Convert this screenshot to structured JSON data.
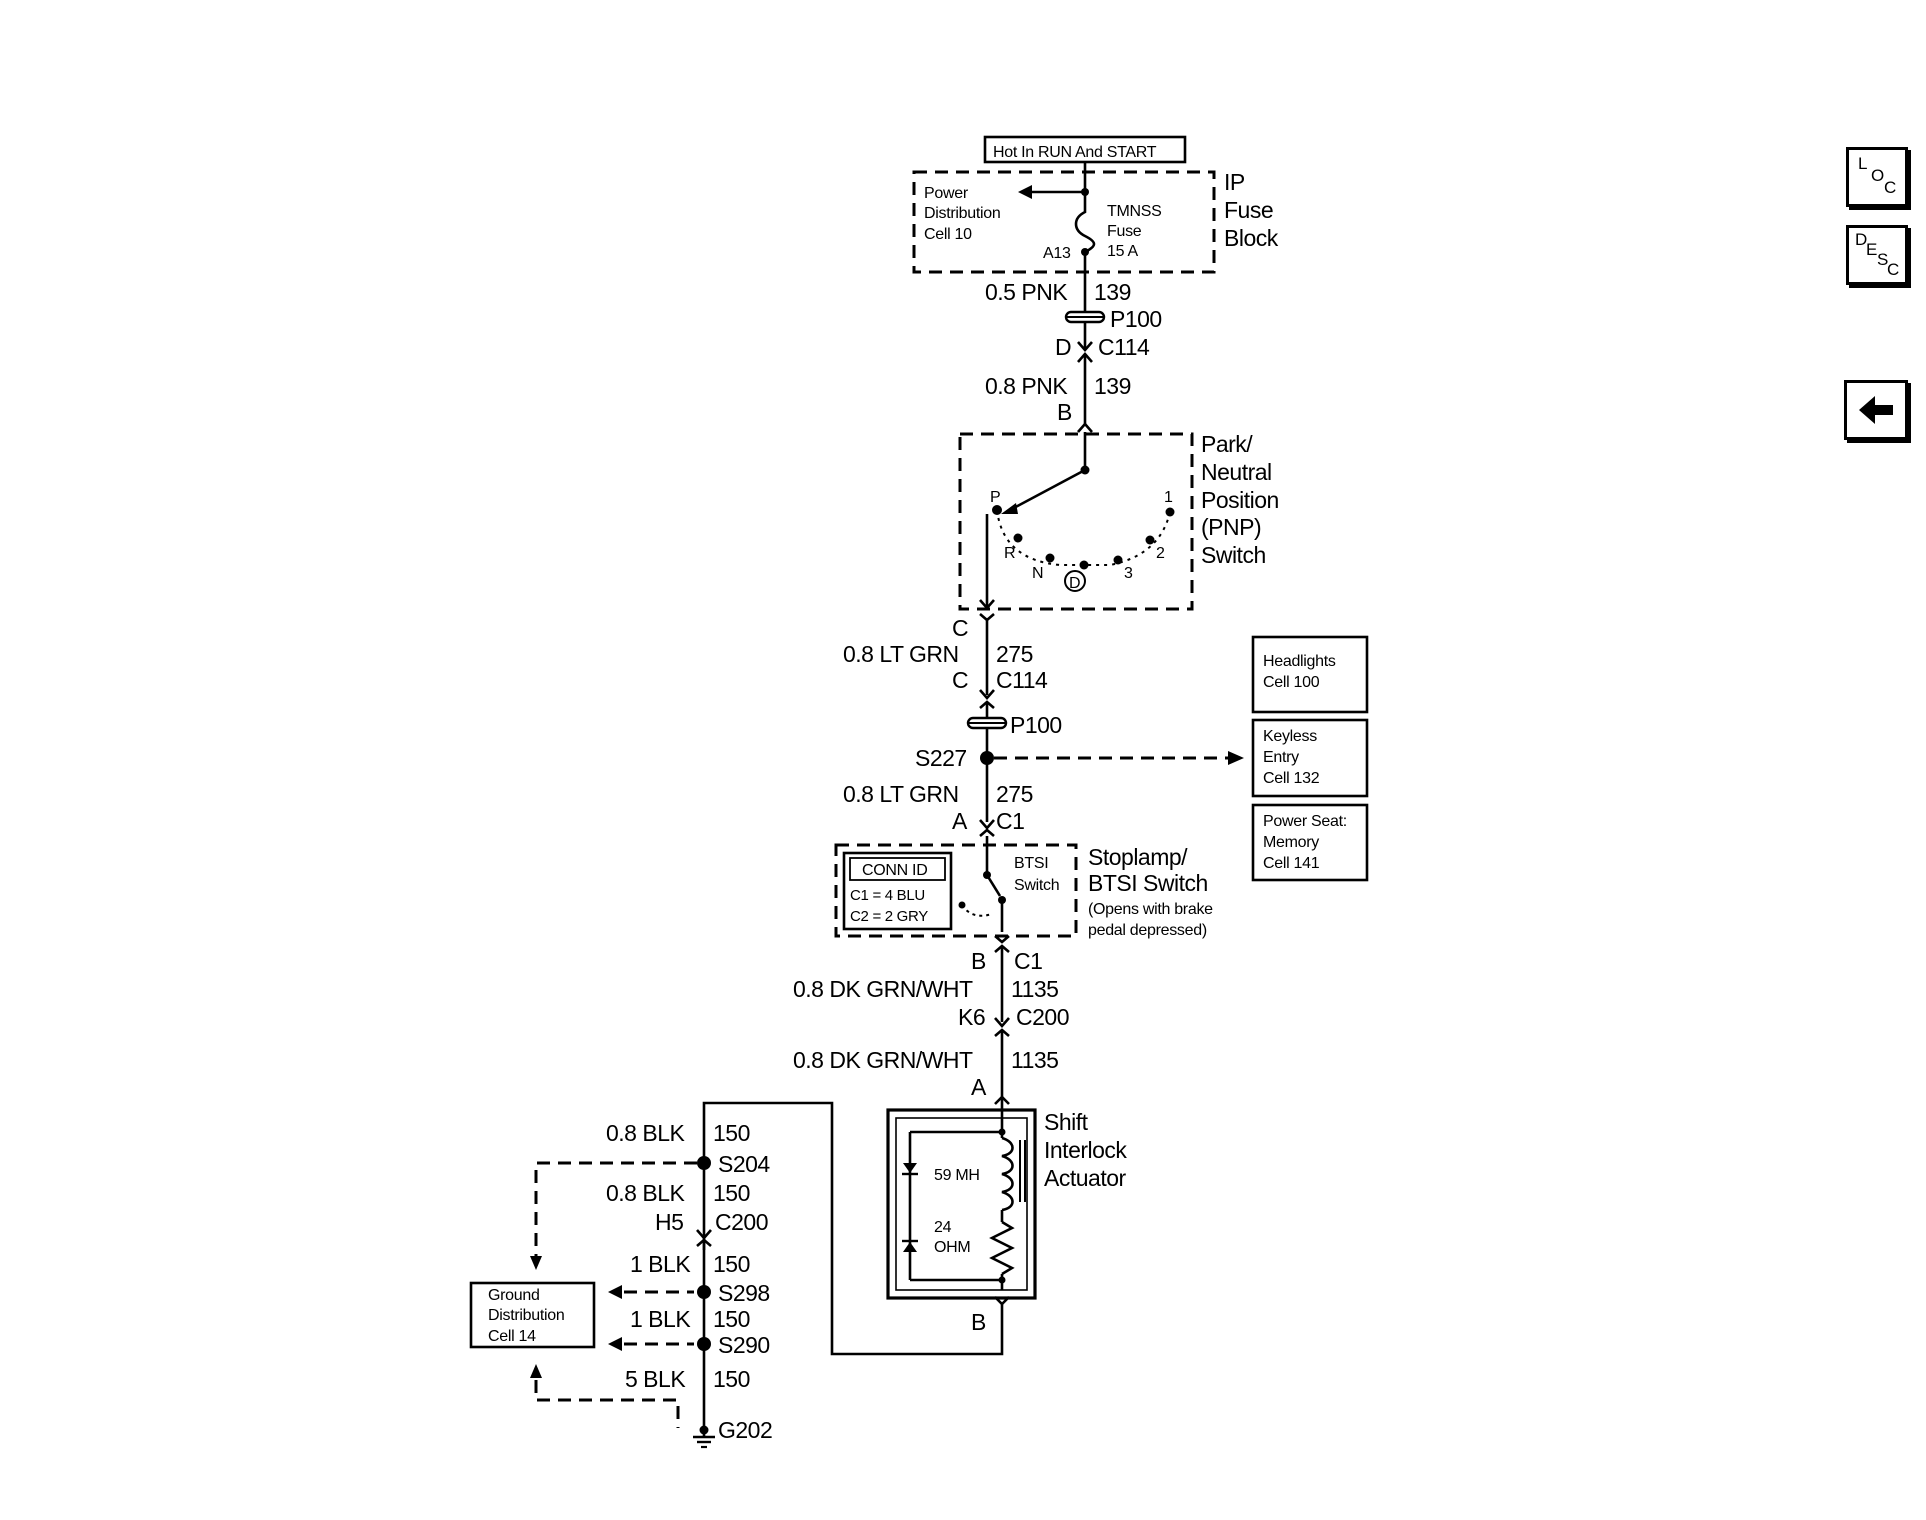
{
  "nav": {
    "loc": [
      "L",
      "O",
      "C"
    ],
    "desc": [
      "D",
      "E",
      "S",
      "C"
    ],
    "back_icon": "left-arrow-icon"
  },
  "power": {
    "hot_label": "Hot In RUN And START"
  },
  "fuse_block": {
    "title": [
      "IP",
      "Fuse",
      "Block"
    ],
    "pd_cell": [
      "Power",
      "Distribution",
      "Cell 10"
    ],
    "fuse": [
      "TMNSS",
      "Fuse",
      "15 A"
    ],
    "terminal": "A13"
  },
  "wires": {
    "w1_gauge": "0.5 PNK",
    "w1_circ": "139",
    "p100_a": "P100",
    "c114_a_pin": "D",
    "c114_a": "C114",
    "w2_gauge": "0.8 PNK",
    "w2_circ": "139",
    "pnp_in_pin": "B",
    "pnp_out_pin": "C",
    "w3_gauge": "0.8 LT GRN",
    "w3_circ": "275",
    "c114_b_pin": "C",
    "c114_b": "C114",
    "p100_b": "P100",
    "s227": "S227",
    "w4_gauge": "0.8 LT GRN",
    "w4_circ": "275",
    "c1_a_pin": "A",
    "c1_a": "C1",
    "c1_b_pin": "B",
    "c1_b": "C1",
    "w5_gauge": "0.8 DK GRN/WHT",
    "w5_circ": "1135",
    "c200_a_pin": "K6",
    "c200_a": "C200",
    "w6_gauge": "0.8 DK GRN/WHT",
    "w6_circ": "1135",
    "act_in_pin": "A",
    "act_out_pin": "B"
  },
  "pnp": {
    "title": [
      "Park/",
      "Neutral",
      "Position",
      "(PNP)",
      "Switch"
    ],
    "positions": [
      "P",
      "R",
      "N",
      "D",
      "3",
      "2",
      "1"
    ]
  },
  "refs": [
    [
      "Headlights",
      "Cell 100"
    ],
    [
      "Keyless",
      "Entry",
      "Cell 132"
    ],
    [
      "Power Seat:",
      "Memory",
      "Cell 141"
    ]
  ],
  "stoplamp": {
    "title": [
      "Stoplamp/",
      "BTSI Switch"
    ],
    "note": [
      "(Opens with brake",
      "pedal depressed)"
    ],
    "btsi": [
      "BTSI",
      "Switch"
    ],
    "conn_id": [
      "CONN ID",
      "C1 = 4 BLU",
      "C2 = 2 GRY"
    ]
  },
  "actuator": {
    "title": [
      "Shift",
      "Interlock",
      "Actuator"
    ],
    "coil": "59 MH",
    "res": [
      "24",
      "OHM"
    ]
  },
  "ground": {
    "g1_gauge": "0.8 BLK",
    "g1_circ": "150",
    "s204": "S204",
    "g2_gauge": "0.8 BLK",
    "g2_circ": "150",
    "h5_pin": "H5",
    "c200": "C200",
    "g3_gauge": "1 BLK",
    "g3_circ": "150",
    "s298": "S298",
    "g4_gauge": "1 BLK",
    "g4_circ": "150",
    "s290": "S290",
    "g5_gauge": "5 BLK",
    "g5_circ": "150",
    "g202": "G202",
    "dist": [
      "Ground",
      "Distribution",
      "Cell 14"
    ]
  }
}
